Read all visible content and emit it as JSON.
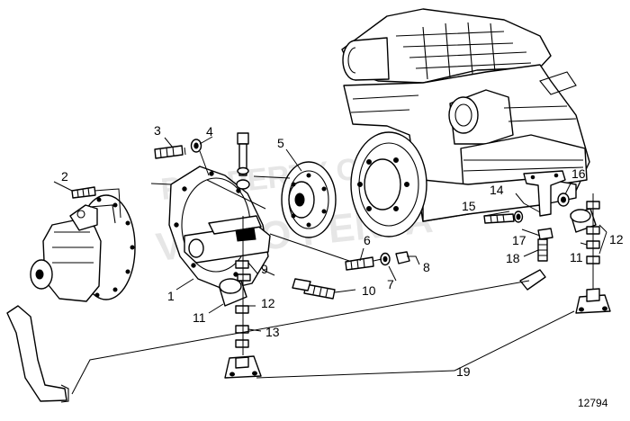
{
  "figure": {
    "reference_number": "12794",
    "watermark": [
      "PROPERTY OF",
      "VOLVO PENTA"
    ]
  },
  "callouts": [
    "1",
    "2",
    "3",
    "4",
    "5",
    "6",
    "7",
    "8",
    "9",
    "10",
    "11",
    "11",
    "12",
    "12",
    "13",
    "14",
    "15",
    "16",
    "17",
    "18",
    "19"
  ]
}
